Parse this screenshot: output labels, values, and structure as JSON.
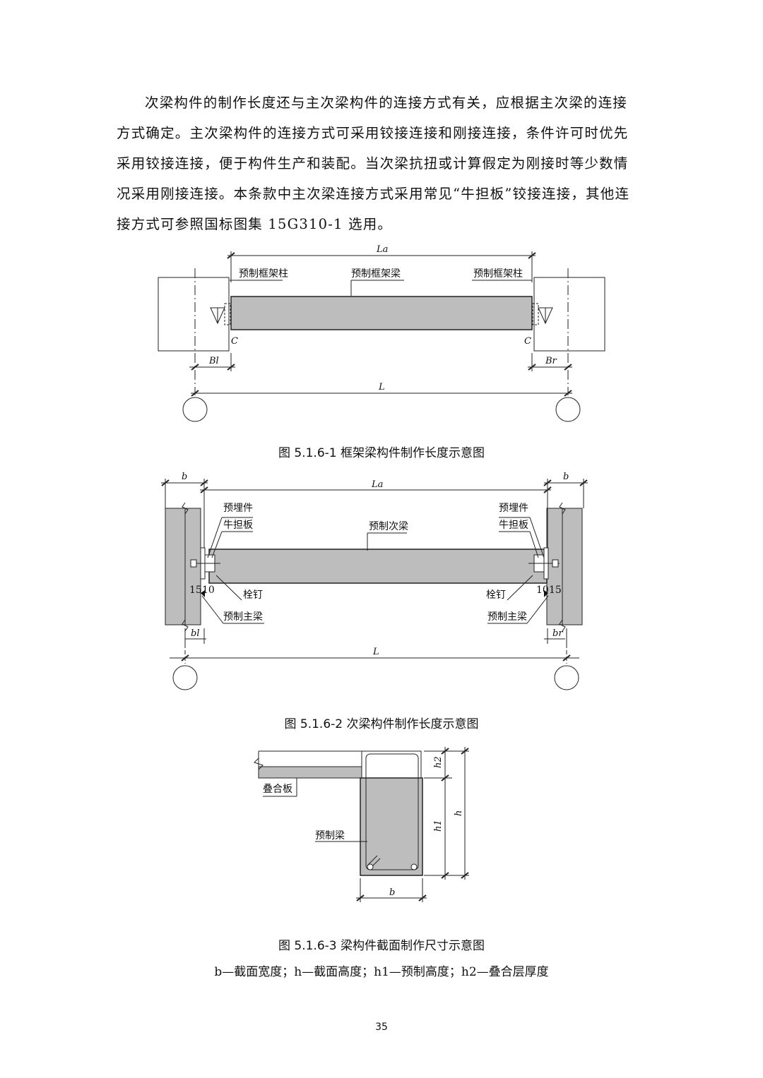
{
  "paragraph": {
    "lines": [
      "次梁构件的制作长度还与主次梁构件的连接方式有关，应根据主次梁的连接",
      "方式确定。主次梁构件的连接方式可采用铰接连接和刚接连接，条件许可时优先",
      "采用铰接连接，便于构件生产和装配。当次梁抗扭或计算假定为刚接时等少数情",
      "况采用刚接连接。本条款中主次梁连接方式采用常见“牛担板”铰接连接，其他连",
      "接方式可参照国标图集 15G310-1 选用。"
    ]
  },
  "figure1": {
    "caption": "图 5.1.6-1  框架梁构件制作长度示意图",
    "labels": {
      "la": "La",
      "col_left": "预制框架柱",
      "beam": "预制框架梁",
      "col_right": "预制框架柱",
      "c_left": "C",
      "c_right": "C",
      "bl": "Bl",
      "br": "Br",
      "l": "L"
    }
  },
  "figure2": {
    "caption": "图 5.1.6-2  次梁构件制作长度示意图",
    "labels": {
      "b_left": "b",
      "b_right": "b",
      "la": "La",
      "embed_left": "预埋件",
      "niudan_left": "牛担板",
      "beam": "预制次梁",
      "embed_right": "预埋件",
      "niudan_right": "牛担板",
      "dim_left": "15",
      "dim_left2": "10",
      "dim_right": "10",
      "dim_right2": "15",
      "stud_left": "栓钉",
      "stud_right": "栓钉",
      "main_left": "预制主梁",
      "main_right": "预制主梁",
      "bl": "bl",
      "br": "br",
      "l": "L"
    }
  },
  "figure3": {
    "caption": "图 5.1.6-3  梁构件截面制作尺寸示意图",
    "labels": {
      "slab": "叠合板",
      "beam": "预制梁",
      "h2": "h2",
      "h1": "h1",
      "h": "h",
      "b": "b"
    },
    "legend": "b—截面宽度；h—截面高度；h1—预制高度；h2—叠合层厚度"
  },
  "page_number": "35"
}
